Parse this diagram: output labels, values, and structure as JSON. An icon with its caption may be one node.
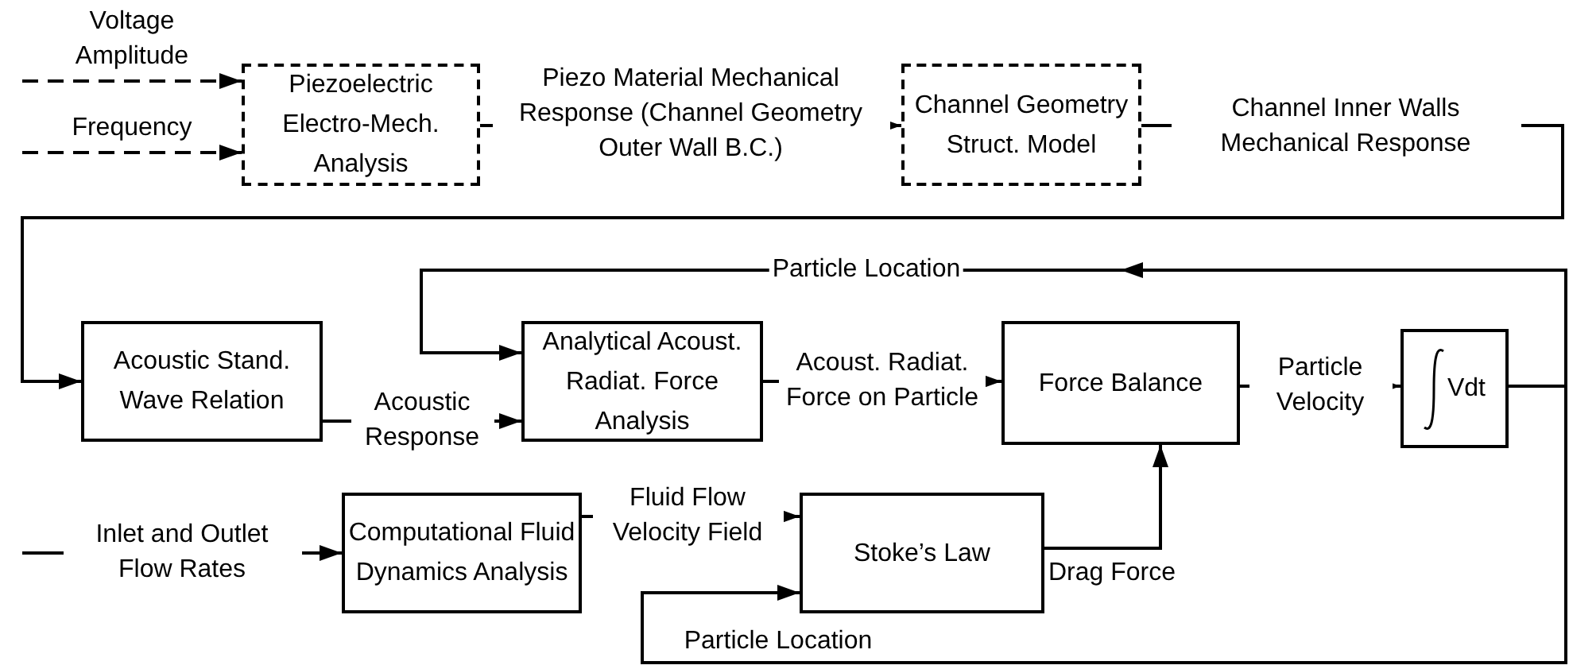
{
  "diagram": {
    "nodes": [
      {
        "text": [
          "Piezoelectric Electro-Mech. Analysis"
        ]
      },
      {
        "text": [
          "Channel Geometry Struct. Model"
        ]
      },
      {
        "text": [
          "Acoustic Stand. Wave Relation"
        ]
      },
      {
        "text": [
          "Analytical Acoust. Radiat. Force Analysis"
        ]
      },
      {
        "text": [
          "Force Balance"
        ]
      },
      {
        "text": [
          "Vdt"
        ]
      },
      {
        "text": [
          "Computational Fluid Dynamics Analysis"
        ]
      },
      {
        "text": [
          "Stoke’s Law"
        ]
      }
    ],
    "edges": [
      {
        "from": null,
        "to": 0,
        "arrow": "to",
        "label": "Voltage Amplitude",
        "style": "dashed"
      },
      {
        "from": null,
        "to": 0,
        "arrow": "to",
        "label": "Frequency",
        "style": "dashed"
      },
      {
        "from": 0,
        "to": 1,
        "arrow": "to",
        "label": "Piezo Material Mechanical Response (Channel Geometry Outer Wall B.C.)",
        "style": "dashed"
      },
      {
        "from": 1,
        "to": 2,
        "arrow": "to",
        "label": "Channel Inner Walls Mechanical Response"
      },
      {
        "from": 2,
        "to": 3,
        "arrow": "to",
        "label": "Acoustic Response"
      },
      {
        "from": 3,
        "to": 4,
        "arrow": "to",
        "label": "Acoust. Radiat. Force on Particle"
      },
      {
        "from": 4,
        "to": 5,
        "arrow": "to",
        "label": "Particle Velocity"
      },
      {
        "from": 5,
        "to": 3,
        "arrow": "to",
        "label": "Particle Location"
      },
      {
        "from": 5,
        "to": 7,
        "arrow": "to",
        "label": "Particle Location"
      },
      {
        "from": null,
        "to": 6,
        "arrow": "to",
        "label": "Inlet and Outlet Flow Rates"
      },
      {
        "from": 6,
        "to": 7,
        "arrow": "to",
        "label": "Fluid Flow Velocity Field"
      },
      {
        "from": 7,
        "to": 4,
        "arrow": "to",
        "label": "Drag Force"
      }
    ]
  }
}
